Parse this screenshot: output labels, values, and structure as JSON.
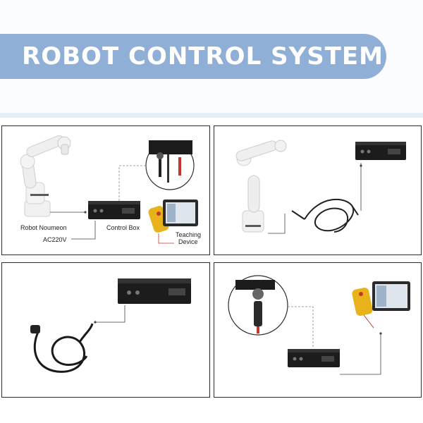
{
  "header": {
    "title": "ROBOT CONTROL SYSTEM"
  },
  "panels": [
    {
      "labels": {
        "robot": "Robot Noumeon",
        "control_box": "Control Box",
        "power": "AC220V",
        "teaching_line1": "Teaching",
        "teaching_line2": "Device"
      }
    },
    {},
    {},
    {}
  ],
  "colors": {
    "banner": "#8fafd6",
    "border": "#2b2b2b",
    "device_body": "#1c1c1c",
    "pendant_yellow": "#e8b21a",
    "leader_red": "#c0392b"
  }
}
